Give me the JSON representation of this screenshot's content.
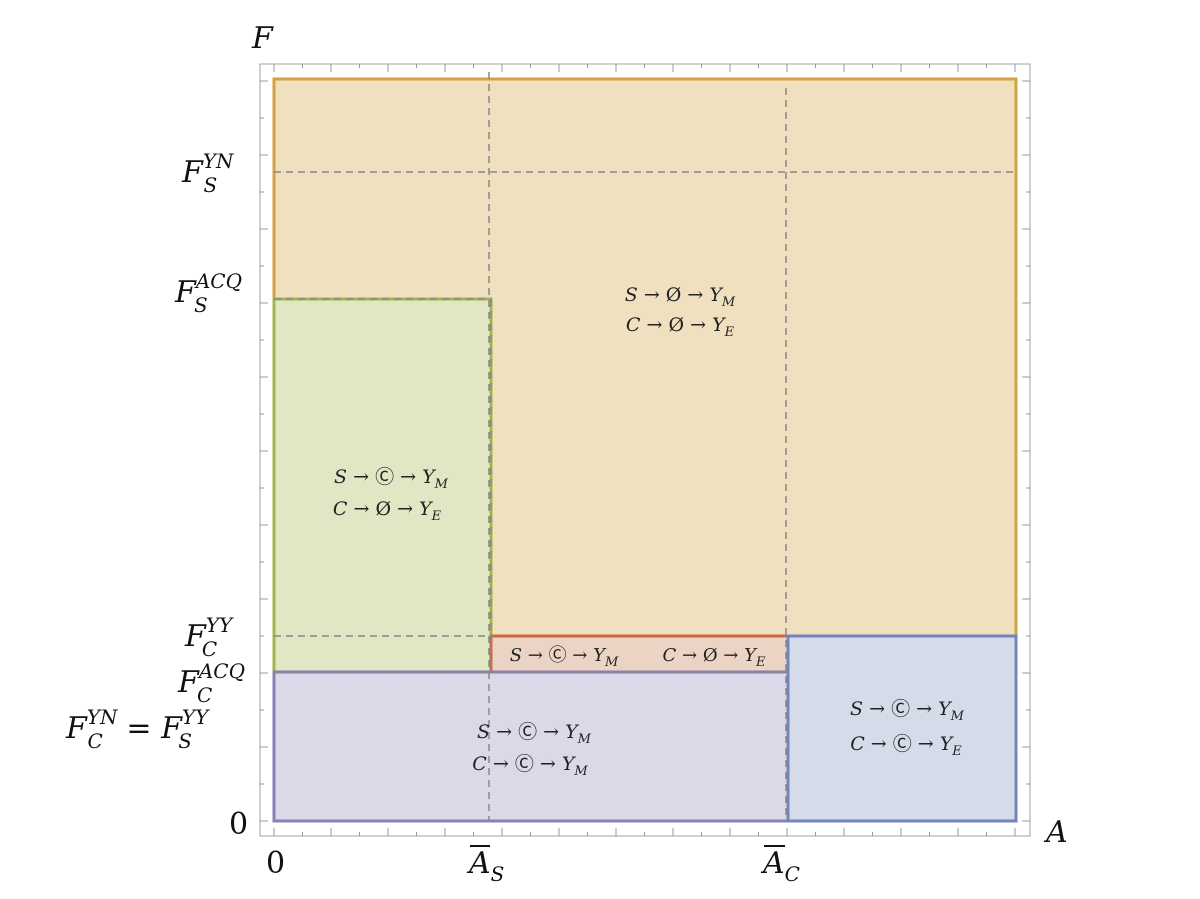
{
  "axes": {
    "x_label": "A",
    "y_label": "F",
    "x_ticks": [
      {
        "id": "zero",
        "base": "0",
        "sub": "",
        "over": false
      },
      {
        "id": "a_s",
        "base": "A",
        "sub": "S",
        "over": true
      },
      {
        "id": "a_c",
        "base": "A",
        "sub": "C",
        "over": true
      }
    ],
    "y_ticks": [
      {
        "id": "zero",
        "text": "0"
      },
      {
        "id": "fcyn",
        "base": "F",
        "sup": "YN",
        "sub": "C",
        "eq": " = ",
        "base2": "F",
        "sup2": "YY",
        "sub2": "S"
      },
      {
        "id": "fcacq",
        "base": "F",
        "sup": "ACQ",
        "sub": "C"
      },
      {
        "id": "fcyy",
        "base": "F",
        "sup": "YY",
        "sub": "C"
      },
      {
        "id": "fsacq",
        "base": "F",
        "sup": "ACQ",
        "sub": "S"
      },
      {
        "id": "fsyn",
        "base": "F",
        "sup": "YN",
        "sub": "S"
      }
    ]
  },
  "regions": [
    {
      "id": "orange",
      "color_fill": "#f0e0bf",
      "color_stroke": "#d4a23f",
      "lines": [
        {
          "s": "S",
          "mid": "Ø",
          "y": "Y",
          "ysub": "M"
        },
        {
          "s": "C",
          "mid": "Ø",
          "y": "Y",
          "ysub": "E"
        }
      ]
    },
    {
      "id": "green",
      "color_fill": "#e1e6c4",
      "color_stroke": "#a5b54a",
      "lines": [
        {
          "s": "S",
          "mid": "c",
          "y": "Y",
          "ysub": "M"
        },
        {
          "s": "C",
          "mid": "Ø",
          "y": "Y",
          "ysub": "E"
        }
      ]
    },
    {
      "id": "red",
      "color_fill": "#ebd4c4",
      "color_stroke": "#c96a45",
      "lines": [
        {
          "s": "S",
          "mid": "c",
          "y": "Y",
          "ysub": "M"
        },
        {
          "s": "C",
          "mid": "Ø",
          "y": "Y",
          "ysub": "E"
        }
      ]
    },
    {
      "id": "purple",
      "color_fill": "#ddd8e8",
      "color_stroke": "#8a7fb8",
      "lines": [
        {
          "s": "S",
          "mid": "c",
          "y": "Y",
          "ysub": "M"
        },
        {
          "s": "C",
          "mid": "c",
          "y": "Y",
          "ysub": "M"
        }
      ]
    },
    {
      "id": "blue",
      "color_fill": "#d5dbe8",
      "color_stroke": "#6f86bf",
      "lines": [
        {
          "s": "S",
          "mid": "c",
          "y": "Y",
          "ysub": "M"
        },
        {
          "s": "C",
          "mid": "c",
          "y": "Y",
          "ysub": "E"
        }
      ]
    }
  ],
  "arrow": "→",
  "frame_color": "#b0b0b0",
  "dash_color": "#888888"
}
